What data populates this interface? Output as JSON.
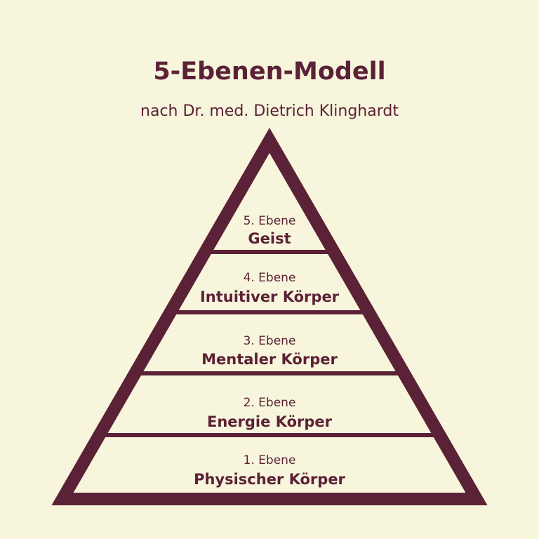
{
  "header": {
    "title": "5-Ebenen-Modell",
    "subtitle": "nach Dr. med. Dietrich Klinghardt"
  },
  "pyramid": {
    "levels": [
      {
        "number": "5. Ebene",
        "name": "Geist"
      },
      {
        "number": "4. Ebene",
        "name": "Intuitiver Körper"
      },
      {
        "number": "3. Ebene",
        "name": "Mentaler Körper"
      },
      {
        "number": "2. Ebene",
        "name": "Energie Körper"
      },
      {
        "number": "1. Ebene",
        "name": "Physischer Körper"
      }
    ]
  },
  "colors": {
    "background": "#f7f5dc",
    "accent": "#5b2136"
  }
}
